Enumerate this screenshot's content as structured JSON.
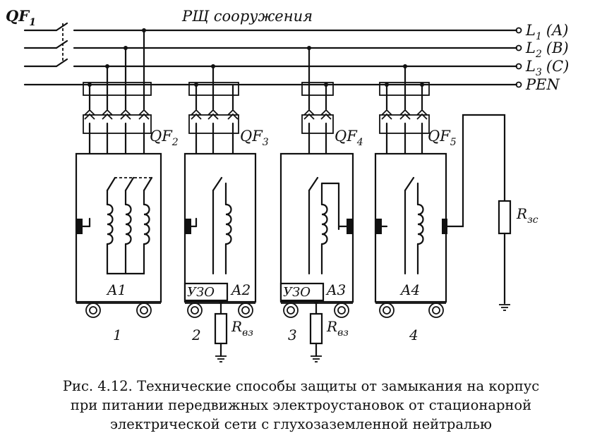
{
  "diagram": {
    "panel_title": "РЩ сооружения",
    "breaker_main": "QF",
    "breaker_main_sub": "1",
    "lines": [
      {
        "name": "L",
        "sub": "1",
        "phase": "(A)"
      },
      {
        "name": "L",
        "sub": "2",
        "phase": "(B)"
      },
      {
        "name": "L",
        "sub": "3",
        "phase": "(C)"
      },
      {
        "name": "PEN",
        "sub": "",
        "phase": ""
      }
    ],
    "units": [
      {
        "number": "1",
        "breaker": "QF",
        "breaker_sub": "2",
        "label": "A1"
      },
      {
        "number": "2",
        "breaker": "QF",
        "breaker_sub": "3",
        "label": "A2",
        "rcd": "УЗО",
        "resistor": "R",
        "resistor_sub": "вз"
      },
      {
        "number": "3",
        "breaker": "QF",
        "breaker_sub": "4",
        "label": "A3",
        "rcd": "УЗО",
        "resistor": "R",
        "resistor_sub": "вз"
      },
      {
        "number": "4",
        "breaker": "QF",
        "breaker_sub": "5",
        "label": "A4"
      }
    ],
    "ground_resistor": "R",
    "ground_resistor_sub": "зс"
  },
  "caption": {
    "line1": "Рис. 4.12. Технические способы защиты от замыкания на корпус",
    "line2": "при питании передвижных электроустановок от стационарной",
    "line3": "электрической сети с глухозаземленной нейтралью"
  }
}
